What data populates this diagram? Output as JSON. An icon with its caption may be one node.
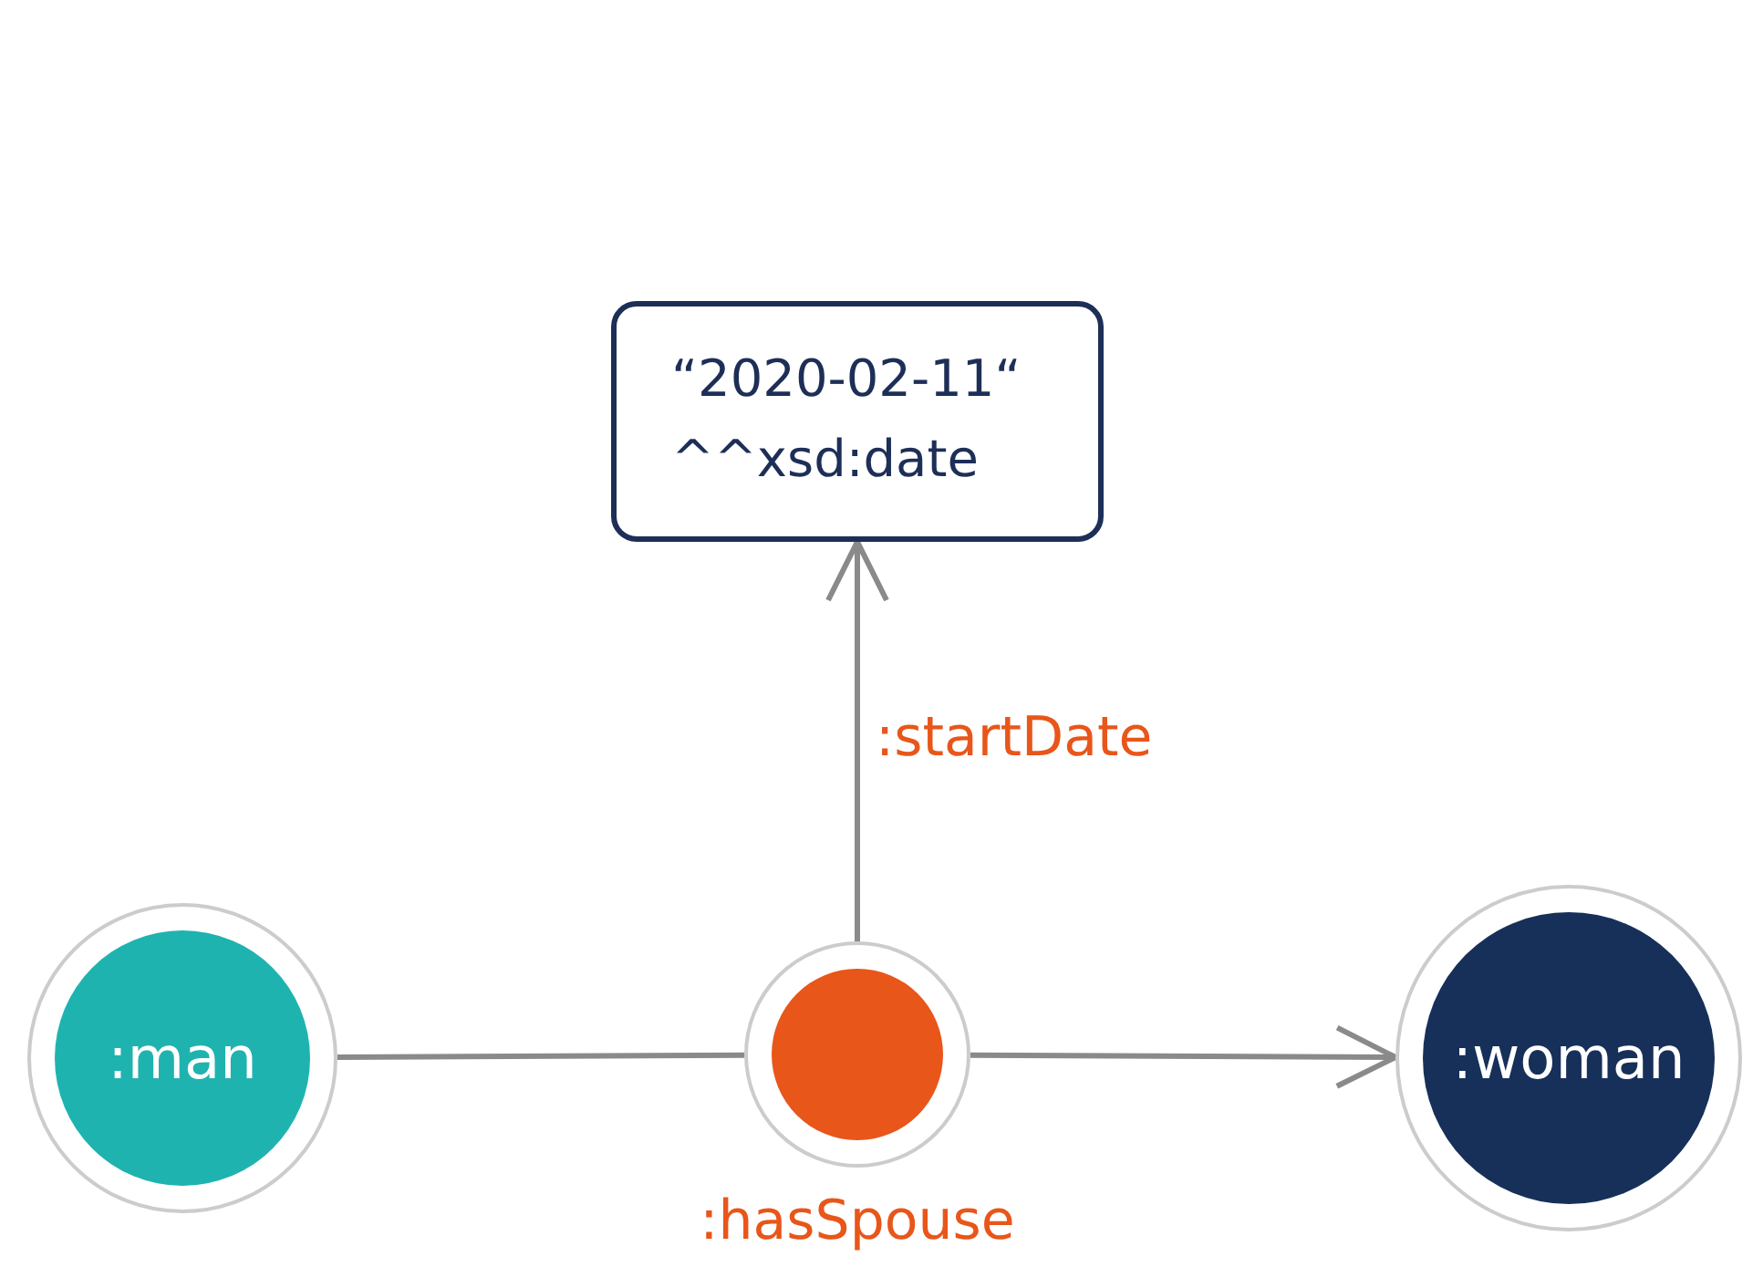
{
  "diagram": {
    "nodes": [
      {
        "text": [
          "“2020-02-11“",
          "^^xsd:date"
        ]
      },
      {
        "text": [
          ":man"
        ]
      },
      {
        "text": [],
        "shape": "circle",
        "beside": [
          ":hasSpouse"
        ]
      },
      {
        "text": [
          ":woman"
        ]
      }
    ],
    "edges": [
      {
        "from": 1,
        "to": 2,
        "arrow": "none"
      },
      {
        "from": 2,
        "to": 3,
        "arrow": "to"
      },
      {
        "from": 2,
        "to": 0,
        "arrow": "to",
        "label": ":startDate"
      }
    ]
  }
}
